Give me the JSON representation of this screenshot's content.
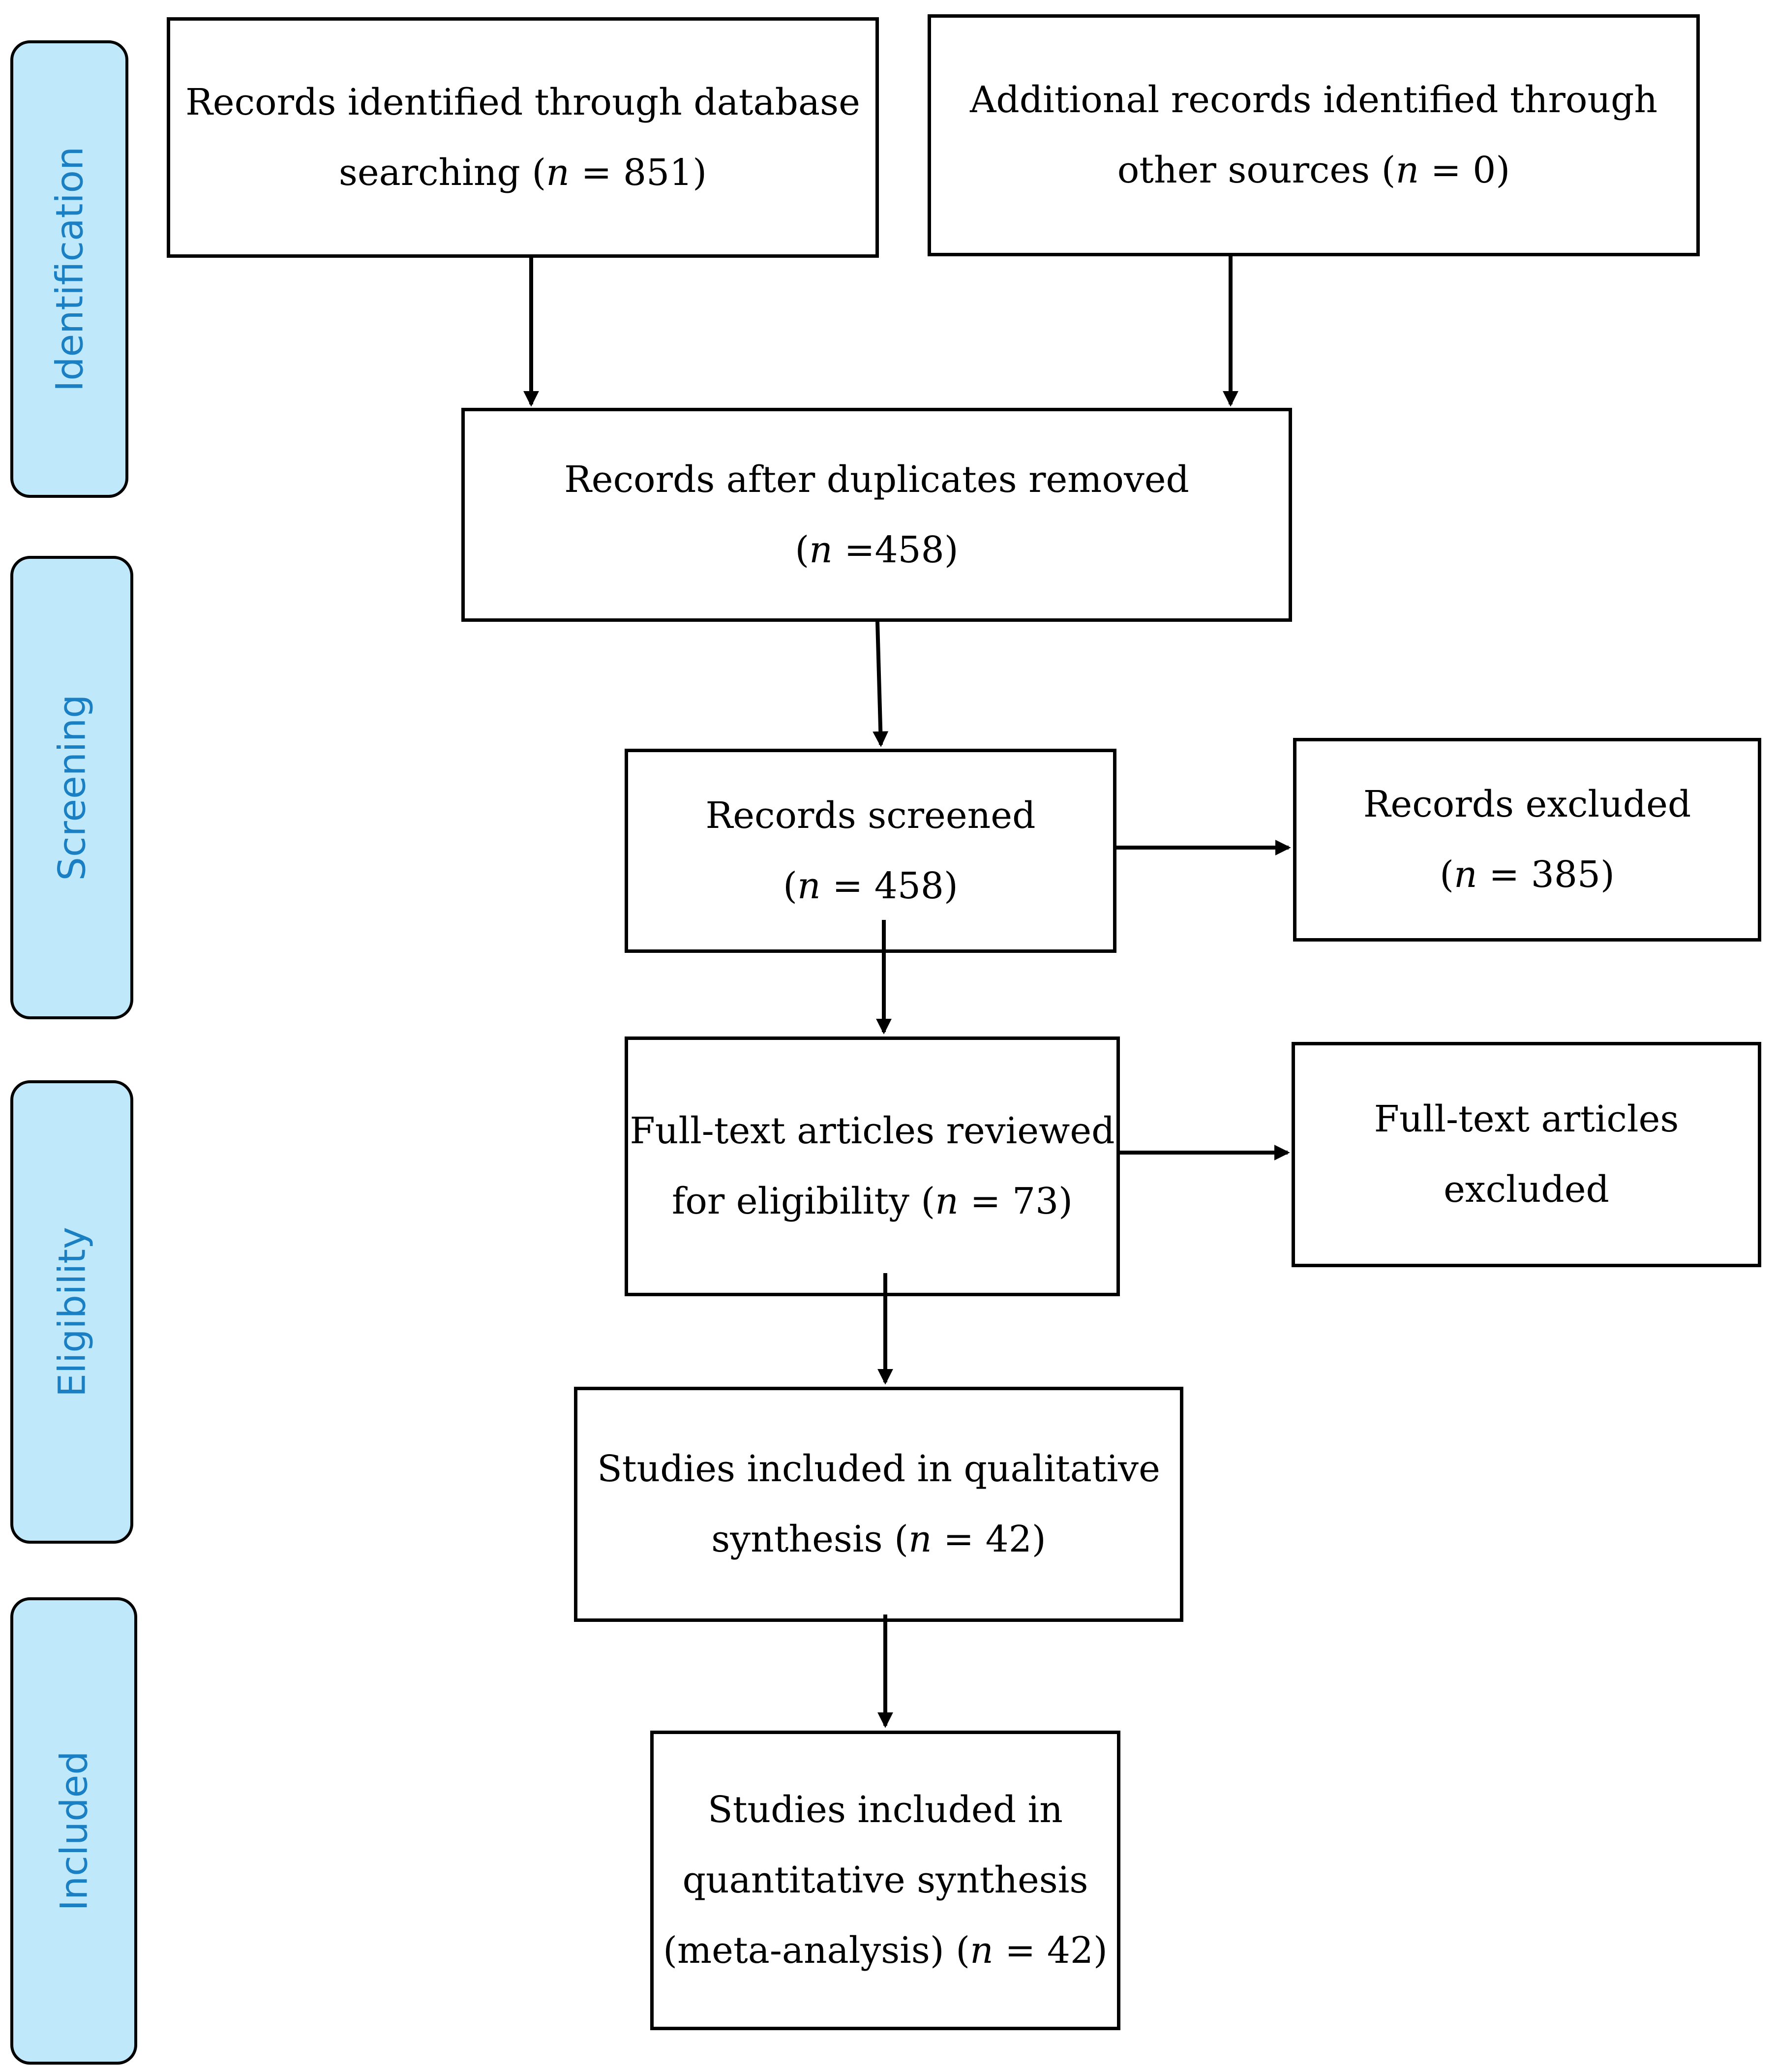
{
  "stages": [
    {
      "id": "identification",
      "label": "Identification"
    },
    {
      "id": "screening",
      "label": "Screening"
    },
    {
      "id": "eligibility",
      "label": "Eligibility"
    },
    {
      "id": "included",
      "label": "Included"
    }
  ],
  "boxes": {
    "db_search": {
      "line1": "Records identified through database",
      "line2_prefix": "searching (",
      "n_var": "n",
      "line2_suffix": " = 851)"
    },
    "other_sources": {
      "line1": "Additional records identified through",
      "line2_prefix": "other sources (",
      "n_var": "n",
      "line2_suffix": " = 0)"
    },
    "after_duplicates": {
      "line1": "Records after duplicates removed",
      "line2_prefix": "(",
      "n_var": "n",
      "line2_suffix": " =458)"
    },
    "screened": {
      "line1": "Records screened",
      "line2_prefix": "(",
      "n_var": "n",
      "line2_suffix": " = 458)"
    },
    "excluded": {
      "line1": "Records excluded",
      "line2_prefix": "(",
      "n_var": "n",
      "line2_suffix": " = 385)"
    },
    "fulltext": {
      "line1": "Full-text articles reviewed",
      "line2_prefix": "for eligibility (",
      "n_var": "n",
      "line2_suffix": " = 73)"
    },
    "fulltext_excluded": {
      "line1": "Full-text articles",
      "line2": "excluded"
    },
    "qualitative": {
      "line1": "Studies included in qualitative",
      "line2_prefix": "synthesis (",
      "n_var": "n",
      "line2_suffix": " = 42)"
    },
    "quantitative": {
      "line1": "Studies included in",
      "line2": "quantitative synthesis",
      "line3_prefix": "(meta-analysis) (",
      "n_var": "n",
      "line3_suffix": " = 42)"
    }
  }
}
